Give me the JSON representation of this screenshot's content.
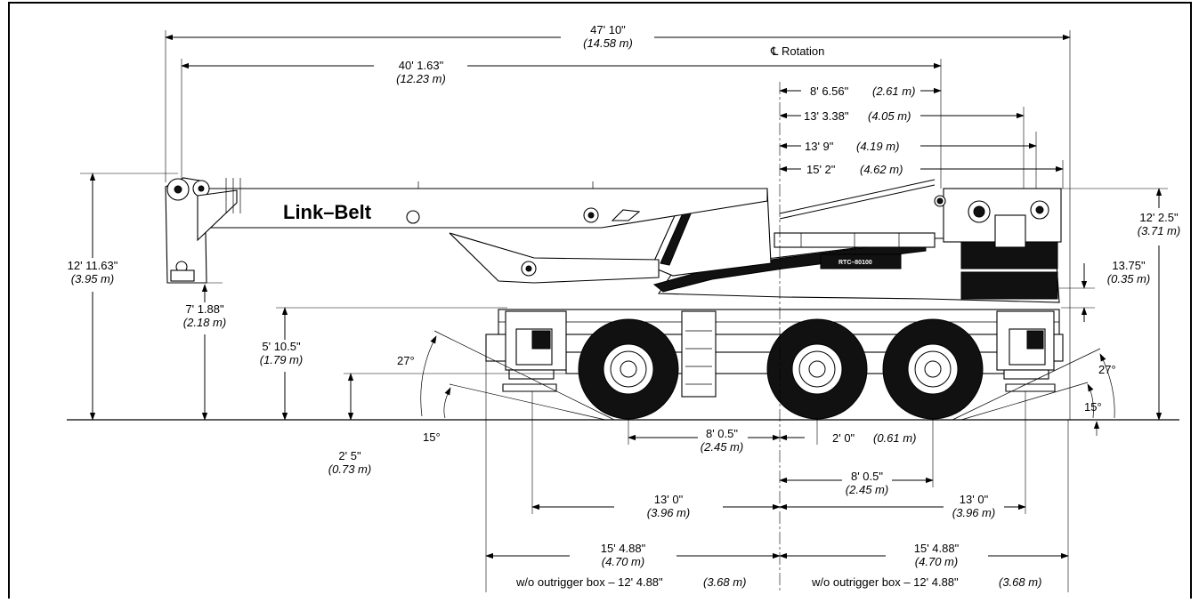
{
  "rotation_label": "℄ Rotation",
  "brand": "Link–Belt",
  "model": "RTC–80100",
  "dims": {
    "overall_length": {
      "imp": "47' 10\"",
      "met": "(14.58 m)"
    },
    "boom_to_rotation": {
      "imp": "40' 1.63\"",
      "met": "(12.23 m)"
    },
    "rot_to_boom_pivot": {
      "imp": "8' 6.56\"",
      "met": "(2.61 m)"
    },
    "rot_to_cw_a": {
      "imp": "13' 3.38\"",
      "met": "(4.05 m)"
    },
    "rot_to_cw_b": {
      "imp": "13' 9\"",
      "met": "(4.19 m)"
    },
    "rot_to_rear": {
      "imp": "15' 2\"",
      "met": "(4.62 m)"
    },
    "height_boom": {
      "imp": "12' 11.63\"",
      "met": "(3.95 m)"
    },
    "height_front_sheave": {
      "imp": "7' 1.88\"",
      "met": "(2.18 m)"
    },
    "height_deck": {
      "imp": "5' 10.5\"",
      "met": "(1.79 m)"
    },
    "ground_clearance": {
      "imp": "2' 5\"",
      "met": "(0.73 m)"
    },
    "height_rear": {
      "imp": "12' 2.5\"",
      "met": "(3.71 m)"
    },
    "cw_clearance": {
      "imp": "13.75\"",
      "met": "(0.35 m)"
    },
    "front_axle": {
      "imp": "8' 0.5\"",
      "met": "(2.45 m)"
    },
    "rot_to_mid_axle": {
      "imp": "2' 0\"",
      "met": "(0.61 m)"
    },
    "rear_axle": {
      "imp": "8' 0.5\"",
      "met": "(2.45 m)"
    },
    "front_outrigger": {
      "imp": "13' 0\"",
      "met": "(3.96 m)"
    },
    "rear_outrigger": {
      "imp": "13' 0\"",
      "met": "(3.96 m)"
    },
    "front_box": {
      "imp": "15' 4.88\"",
      "met": "(4.70 m)"
    },
    "rear_box": {
      "imp": "15' 4.88\"",
      "met": "(4.70 m)"
    },
    "wo_box_front": {
      "imp": "w/o outrigger box – 12' 4.88\"",
      "met": "(3.68 m)"
    },
    "wo_box_rear": {
      "imp": "w/o outrigger box – 12' 4.88\"",
      "met": "(3.68 m)"
    }
  },
  "angles": {
    "approach": "27°",
    "approach_low": "15°",
    "departure": "27°",
    "departure_low": "15°"
  }
}
